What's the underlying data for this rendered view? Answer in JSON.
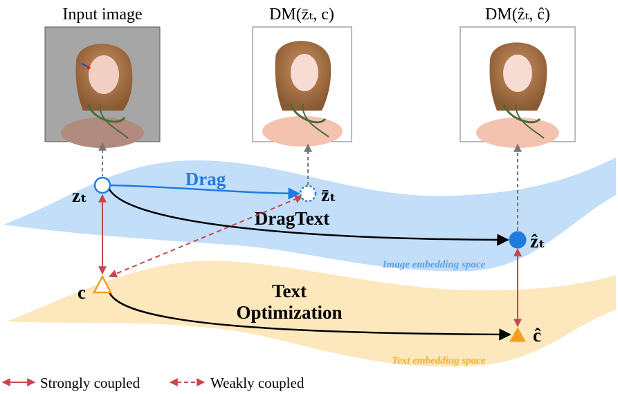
{
  "images": {
    "input": {
      "title": "Input image"
    },
    "dm_bar": {
      "title": "DM(z̄ₜ, c)"
    },
    "dm_hat": {
      "title": "DM(ẑₜ, ĉ)"
    }
  },
  "spaces": {
    "image": {
      "label": "Image embedding space",
      "color": "#6aaef0"
    },
    "text": {
      "label": "Text embedding space",
      "color": "#f5c46a"
    }
  },
  "nodes": {
    "z_t": "zₜ",
    "z_bar_t": "z̄ₜ",
    "z_hat_t": "ẑₜ",
    "c": "c",
    "c_hat": "ĉ"
  },
  "edges": {
    "drag": {
      "label": "Drag",
      "color": "#1f7be0"
    },
    "dragtext": {
      "label": "DragText"
    },
    "text_opt": {
      "line1": "Text",
      "line2": "Optimization"
    }
  },
  "legend": {
    "strong": {
      "label": "Strongly coupled",
      "color": "#c8474c"
    },
    "weak": {
      "label": "Weakly coupled",
      "color": "#c8474c"
    }
  }
}
